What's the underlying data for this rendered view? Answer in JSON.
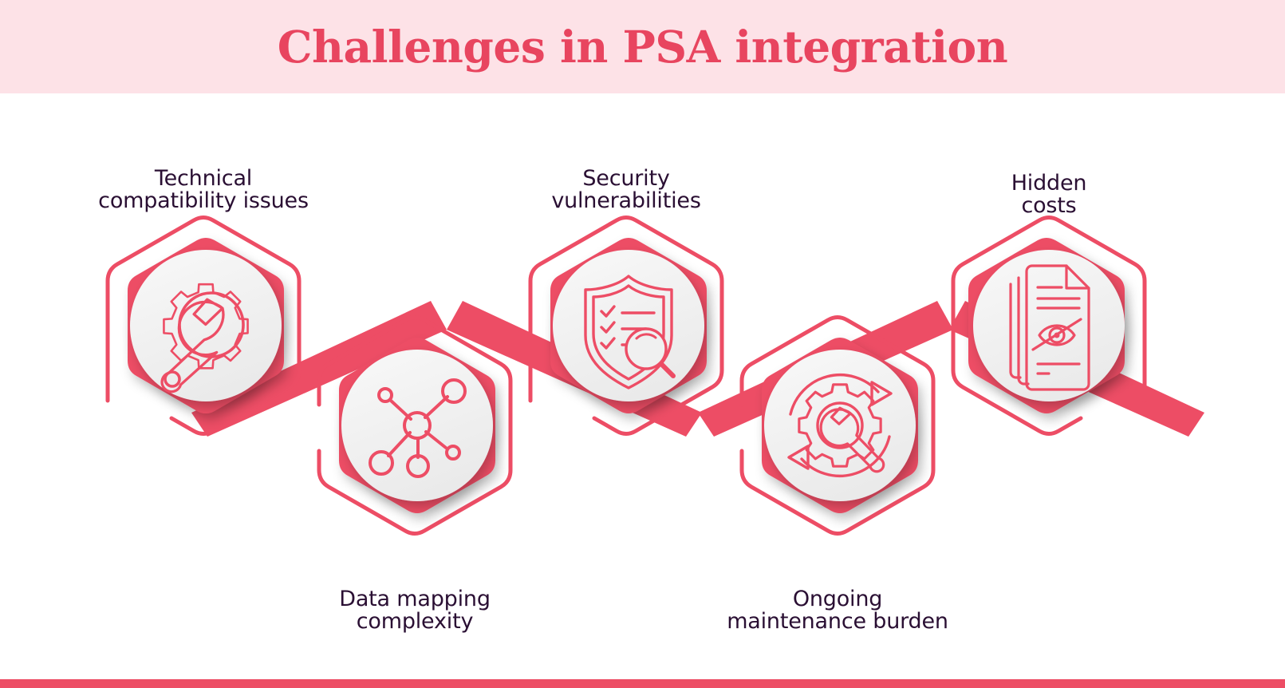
{
  "header": {
    "title": "Challenges in PSA integration",
    "background_color": "#fde2e7",
    "title_color": "#e8455f"
  },
  "theme": {
    "accent": "#ed4d65",
    "accent_dark": "#e8455f",
    "label_text": "#2a0f33",
    "circle_fill": "#f0f0f0",
    "page_background": "#ffffff"
  },
  "footer": {
    "bar_color": "#ed4d65"
  },
  "diagram": {
    "type": "zigzag-process-infographic",
    "node_count": 5,
    "nodes": [
      {
        "index": 1,
        "label": "Technical\ncompatibility issues",
        "label_position": "above",
        "icon": "gear-wrench-icon",
        "row": "top"
      },
      {
        "index": 2,
        "label": "Data mapping\ncomplexity",
        "label_position": "below",
        "icon": "network-nodes-icon",
        "row": "bottom"
      },
      {
        "index": 3,
        "label": "Security\nvulnerabilities",
        "label_position": "above",
        "icon": "shield-checklist-magnifier-icon",
        "row": "top"
      },
      {
        "index": 4,
        "label": "Ongoing\nmaintenance burden",
        "label_position": "below",
        "icon": "gear-wrench-refresh-icon",
        "row": "bottom"
      },
      {
        "index": 5,
        "label": "Hidden\ncosts",
        "label_position": "above",
        "icon": "document-hidden-eye-icon",
        "row": "top"
      }
    ]
  }
}
